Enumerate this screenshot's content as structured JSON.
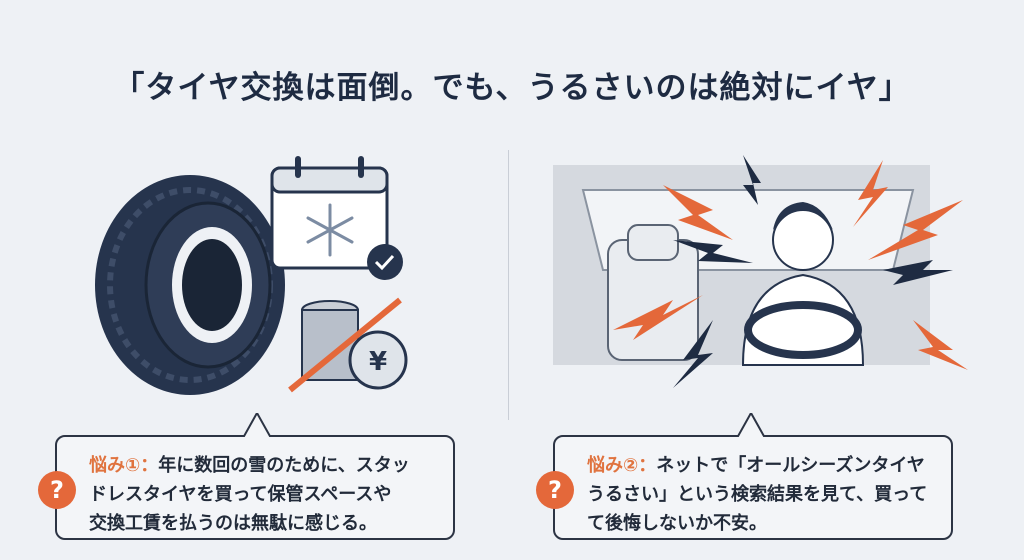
{
  "title": "「タイヤ交換は面倒。でも、うるさいのは絶対にイヤ」",
  "left": {
    "label": "悩み①：",
    "lines": [
      "年に数回の雪のために、スタッ",
      "ドレスタイヤを買って保管スペースや",
      "交換工賃を払うのは無駄に感じる。"
    ],
    "coin_symbol": "¥"
  },
  "right": {
    "label": "悩み②：",
    "lines": [
      "ネットで「オールシーズンタイヤ",
      "うるさい」という検索結果を見て、買って",
      "て後悔しないか不安。"
    ]
  },
  "question_mark": "?",
  "colors": {
    "accent": "#e4683a",
    "navy": "#1e2b42",
    "background": "#eef1f5"
  }
}
